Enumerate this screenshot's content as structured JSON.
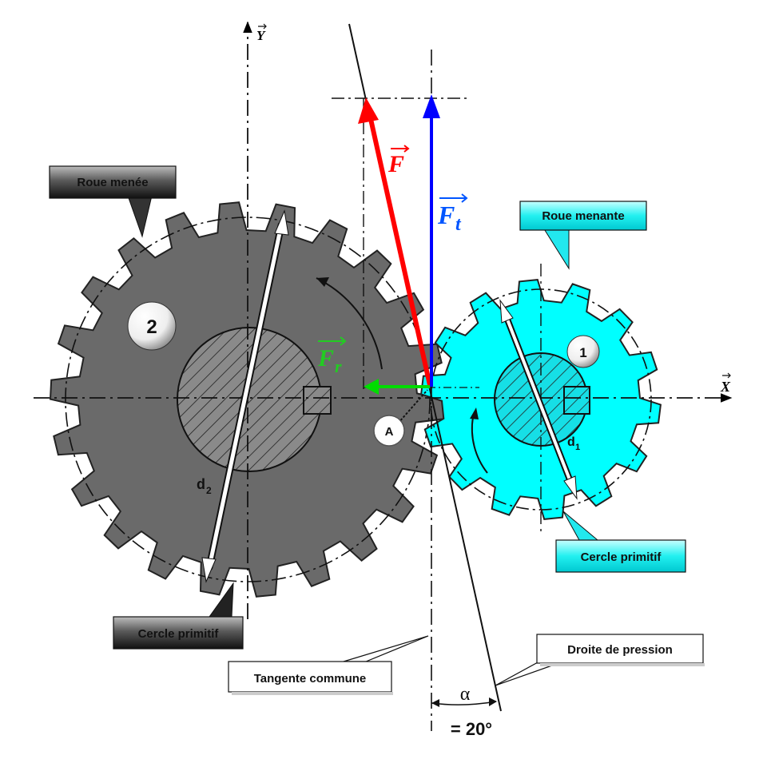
{
  "axes": {
    "x_label": "X",
    "y_label": "Y"
  },
  "forces": {
    "f_label": "F",
    "ft_label": "F",
    "ft_sub": "t",
    "fr_label": "F",
    "fr_sub": "r"
  },
  "colors": {
    "force_f": "#ff0000",
    "force_ft": "#0000ff",
    "force_fr": "#00dd00",
    "driving_wheel": "#00ffff",
    "driven_wheel": "#6a6a6a"
  },
  "wheels": {
    "driven": {
      "callout": "Roue menée",
      "number": "2",
      "diameter_label": "d",
      "diameter_sub": "2",
      "pitch_callout": "Cercle primitif"
    },
    "driving": {
      "callout": "Roue menante",
      "number": "1",
      "diameter_label": "d",
      "diameter_sub": "1",
      "pitch_callout": "Cercle primitif"
    }
  },
  "point": "A",
  "callouts": {
    "tangent": "Tangente commune",
    "pressure_line": "Droite de pression"
  },
  "angle": {
    "symbol": "α",
    "value": "= 20°"
  }
}
